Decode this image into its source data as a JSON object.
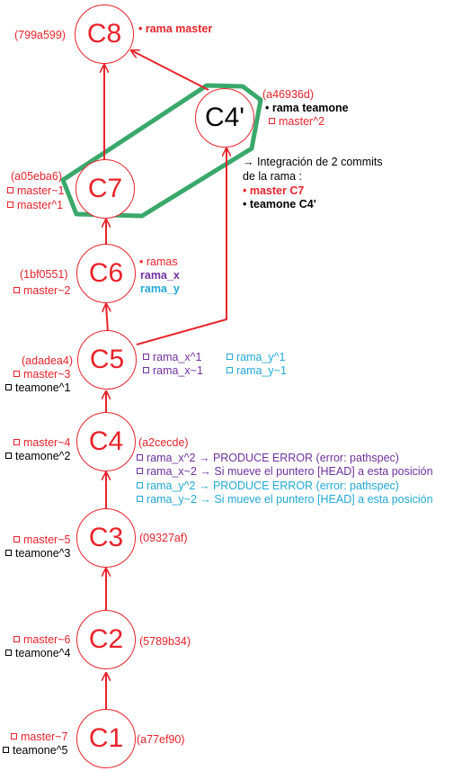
{
  "colors": {
    "red": "#e8232a",
    "green": "#3aa86b",
    "purple": "#7030a0",
    "cyan": "#22a8d8"
  },
  "nodes": {
    "c8": {
      "label": "C8",
      "hash": "(799a599)"
    },
    "c4p": {
      "label": "C4'",
      "hash": "(a46936d)"
    },
    "c7": {
      "label": "C7",
      "hash": "(a05eba6)"
    },
    "c6": {
      "label": "C6",
      "hash": "(1bf0551)"
    },
    "c5": {
      "label": "C5",
      "hash": "(adadea4)"
    },
    "c4": {
      "label": "C4",
      "hash": "(a2cecde)"
    },
    "c3": {
      "label": "C3",
      "hash": "(09327af)"
    },
    "c2": {
      "label": "C2",
      "hash": "(5789b34)"
    },
    "c1": {
      "label": "C1",
      "hash": "(a77ef90)"
    }
  },
  "labels": {
    "rama_master": "• rama master",
    "rama_teamone": "• rama teamone",
    "c4p_ref": "master^2",
    "integracion_1": "→ Integración de 2 commits",
    "integracion_2": "de la rama :",
    "integracion_3": "• master C7",
    "integracion_4": "• teamone C4'",
    "c7_ref1": "master~1",
    "c7_ref2": "master^1",
    "ramas": "• ramas",
    "rama_x": "rama_x",
    "rama_y": "rama_y",
    "c6_ref": "master~2",
    "c5_master": "master~3",
    "c5_teamone": "teamone^1",
    "c5_x1": "rama_x^1",
    "c5_x2": "rama_x~1",
    "c5_y1": "rama_y^1",
    "c5_y2": "rama_y~1",
    "c4_master": "master~4",
    "c4_teamone": "teamone^2",
    "c4_note1": "rama_x^2 → PRODUCE ERROR (error: pathspec)",
    "c4_note2": "rama_x~2 → Si mueve el puntero [HEAD] a esta posición",
    "c4_note3": "rama_y^2 → PRODUCE ERROR (error: pathspec)",
    "c4_note4": "rama_y~2 → Si mueve el puntero [HEAD] a esta posición",
    "c3_master": "master~5",
    "c3_teamone": "teamone^3",
    "c2_master": "master~6",
    "c2_teamone": "teamone^4",
    "c1_master": "master~7",
    "c1_teamone": "teamone^5"
  }
}
